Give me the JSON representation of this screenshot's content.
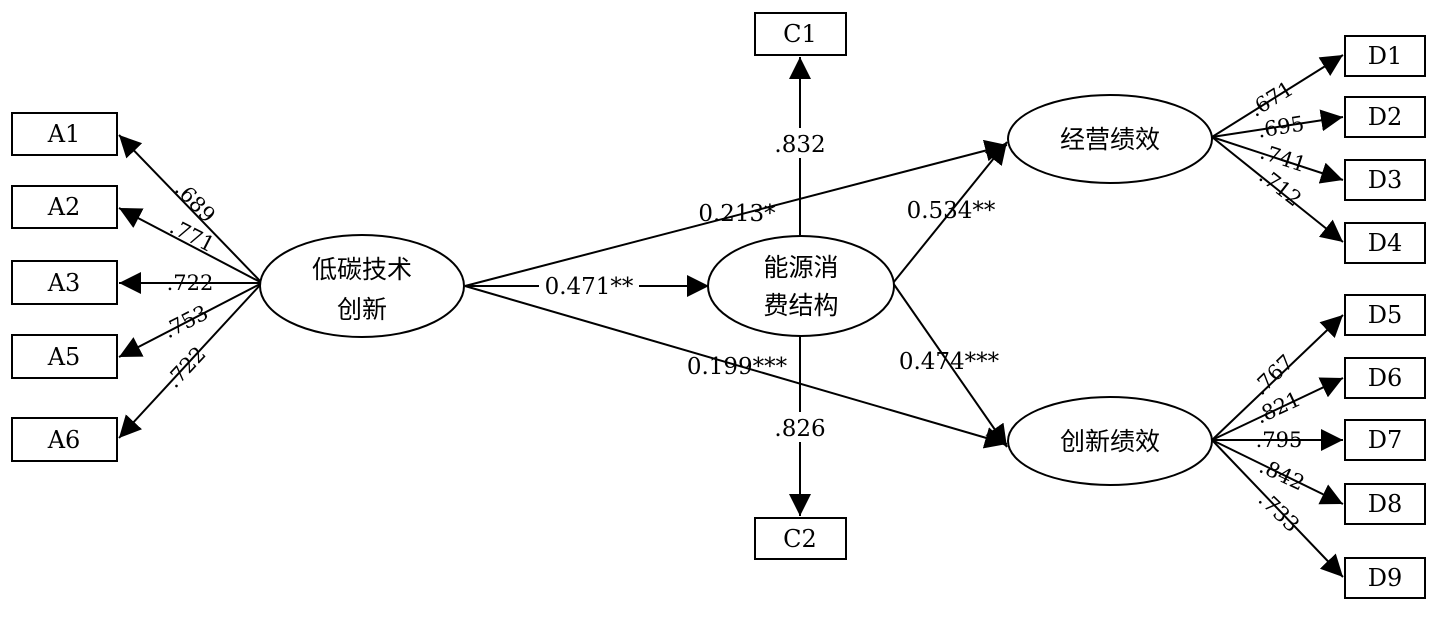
{
  "latent": {
    "innovation_line1": "低碳技术",
    "innovation_line2": "创新",
    "energy_line1": "能源消",
    "energy_line2": "费结构",
    "operating": "经营绩效",
    "innovation_perf": "创新绩效"
  },
  "indicators": {
    "A": [
      "A1",
      "A2",
      "A3",
      "A5",
      "A6"
    ],
    "C": [
      "C1",
      "C2"
    ],
    "D": [
      "D1",
      "D2",
      "D3",
      "D4",
      "D5",
      "D6",
      "D7",
      "D8",
      "D9"
    ]
  },
  "loadings": {
    "A": [
      ".689",
      ".771",
      ".722",
      ".753",
      ".722"
    ],
    "C": [
      ".832",
      ".826"
    ],
    "D": [
      ".671",
      ".695",
      ".741",
      ".712",
      ".767",
      ".821",
      ".795",
      ".842",
      ".733"
    ]
  },
  "paths": {
    "innovation_to_energy": "0.471**",
    "innovation_to_operating": "0.213*",
    "innovation_to_innovation_perf": "0.199***",
    "energy_to_operating": "0.534**",
    "energy_to_innovation_perf": "0.474***"
  },
  "colors": {
    "stroke": "#000000",
    "background": "#ffffff"
  }
}
